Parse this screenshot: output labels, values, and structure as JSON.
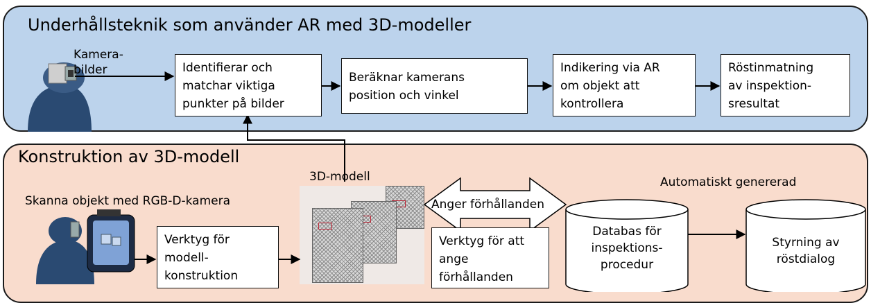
{
  "top": {
    "title": "Underhållsteknik som använder AR med 3D-modeller",
    "camera_label": "Kamera-\nbilder",
    "steps": [
      "Identifierar och\nmatchar viktiga\npunkter på bilder",
      "Beräknar kamerans\nposition och vinkel",
      "Indikering via AR\nom objekt att\nkontrollera",
      "Röstinmatning\nav inspektion-\nsresultat"
    ]
  },
  "bottom": {
    "title": "Konstruktion av 3D-modell",
    "scan_label": "Skanna objekt med RGB-D-kamera",
    "model_label": "3D-modell",
    "auto_label": "Automatiskt genererad",
    "tool_model": "Verktyg för\nmodell-\nkonstruktion",
    "relation_arrow": "Anger förhållanden",
    "tool_relation": "Verktyg för att\nange\nförhållanden",
    "db_label": "Databas för\ninspektions-\nprocedur",
    "voice_label": "Styrning av\nröstdialog"
  },
  "colors": {
    "top_panel": "#bcd3ec",
    "bottom_panel": "#f9dccd",
    "worker": "#2a4a72"
  }
}
